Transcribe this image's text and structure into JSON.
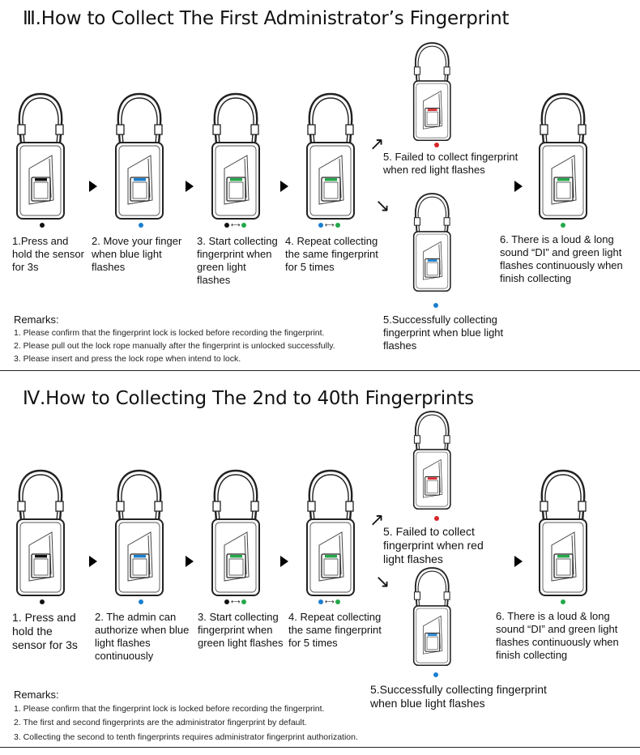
{
  "colors": {
    "black": "#111111",
    "blue": "#1a7fd0",
    "green": "#22a84a",
    "red": "#d7262b"
  },
  "section1": {
    "title": "Ⅲ.How to Collect The First Administrator’s Fingerprint",
    "steps": [
      {
        "text": "1.Press and hold the sensor for 3s",
        "light": "black"
      },
      {
        "text": "2. Move your finger when blue light flashes",
        "light": "blue"
      },
      {
        "text": "3. Start collecting fingerprint when green light flashes",
        "light": "black-green"
      },
      {
        "text": "4. Repeat collecting the same fingerprint for 5 times",
        "light": "blue-green"
      },
      {
        "text": "5. Failed to collect fingerprint when red light flashes",
        "light": "red"
      },
      {
        "text": "5.Successfully collecting fingerprint when blue light flashes",
        "light": "blue"
      },
      {
        "text": "6. There is a loud & long sound “DI” and green light flashes continuously when finish collecting",
        "light": "green"
      }
    ],
    "remarks_title": "Remarks:",
    "remarks": [
      "1. Please confirm that the fingerprint lock is locked before recording the fingerprint.",
      "2. Please pull out the lock rope manually after the fingerprint is unlocked successfully.",
      "3. Please insert and press the lock rope when intend to lock."
    ]
  },
  "section2": {
    "title": "Ⅳ.How to Collecting The 2nd to 40th Fingerprints",
    "steps": [
      {
        "text": "1. Press and hold the sensor for 3s",
        "light": "black"
      },
      {
        "text": "2. The admin can authorize when blue light flashes continuously",
        "light": "blue"
      },
      {
        "text": "3. Start collecting fingerprint when green light flashes",
        "light": "black-green"
      },
      {
        "text": "4. Repeat collecting the same fingerprint for 5 times",
        "light": "blue-green"
      },
      {
        "text": "5. Failed to collect fingerprint when red light flashes",
        "light": "red"
      },
      {
        "text": "5.Successfully collecting fingerprint when blue light flashes",
        "light": "blue"
      },
      {
        "text": "6. There is a loud & long sound “DI” and green light flashes continuously when finish collecting",
        "light": "green"
      }
    ],
    "remarks_title": "Remarks:",
    "remarks": [
      "1. Please confirm that the fingerprint lock is locked before recording the fingerprint.",
      "2. The first and second fingerprints are the administrator fingerprint by default.",
      "3. Collecting the second to tenth fingerprints requires administrator fingerprint authorization."
    ]
  }
}
